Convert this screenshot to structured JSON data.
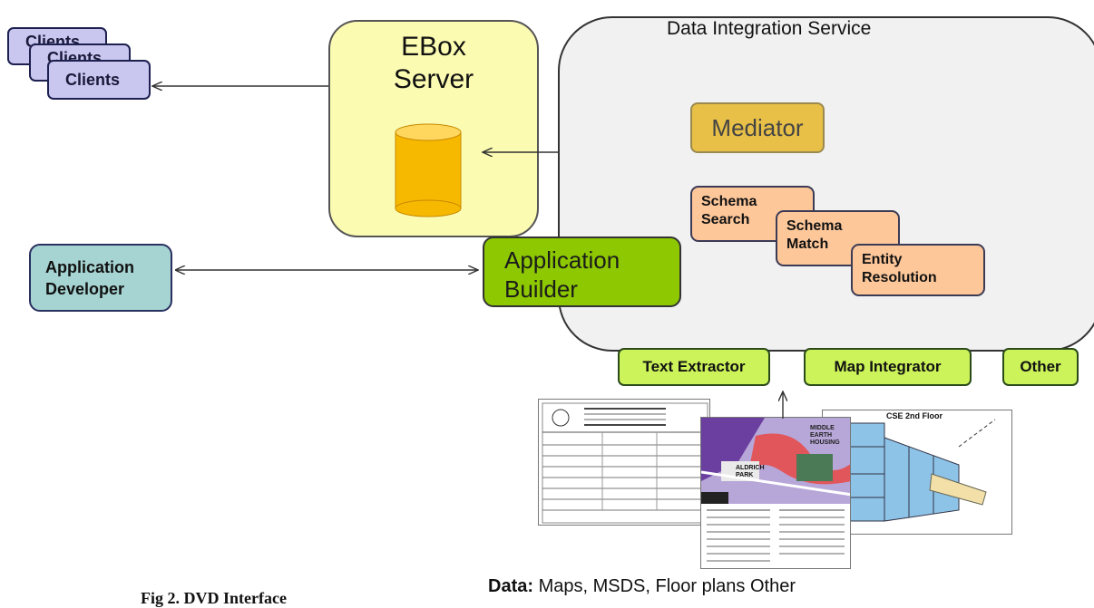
{
  "clients": {
    "label": "Clients"
  },
  "ebox": {
    "title_line1": "EBox",
    "title_line2": "Server"
  },
  "data_integration_service": {
    "title": "Data Integration Service"
  },
  "mediator": {
    "label": "Mediator"
  },
  "tools": {
    "schema_search": {
      "line1": "Schema",
      "line2": "Search"
    },
    "schema_match": {
      "line1": "Schema",
      "line2": "Match"
    },
    "entity_resolution": {
      "line1": "Entity",
      "line2": "Resolution"
    }
  },
  "application_builder": {
    "line1": "Application",
    "line2": "Builder"
  },
  "application_developer": {
    "line1": "Application",
    "line2": "Developer"
  },
  "extractors": {
    "text_extractor": "Text Extractor",
    "map_integrator": "Map Integrator",
    "other": "Other"
  },
  "documents": {
    "map_label_1": "ALDRICH PARK",
    "map_label_2": "MIDDLE EARTH HOUSING",
    "floorplan_title": "CSE 2nd Floor"
  },
  "data_caption": {
    "prefix": "Data:",
    "text": " Maps, MSDS, Floor plans Other"
  },
  "figure_caption": "Fig 2. DVD Interface",
  "colors": {
    "clients": "#c9c6ef",
    "ebox": "#fcfbb2",
    "cylinder": "#f7b800",
    "mediator": "#e8c048",
    "tools": "#fdc79a",
    "application_builder": "#8dc800",
    "application_developer": "#a6d4d2",
    "extractors": "#ccf35a"
  }
}
